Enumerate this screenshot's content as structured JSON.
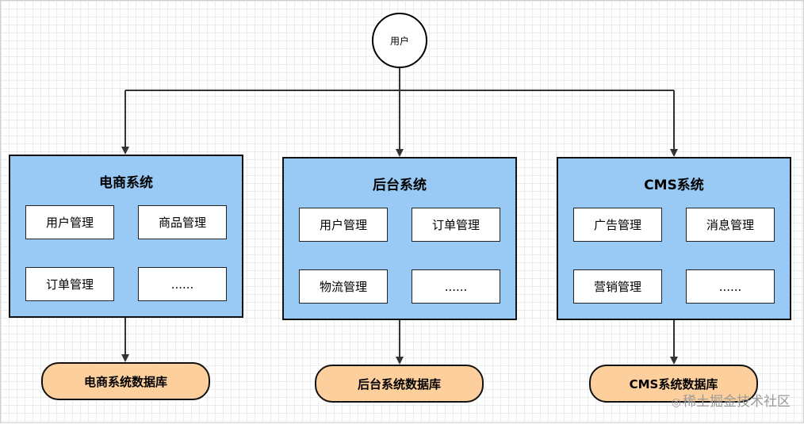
{
  "user": {
    "label": "用户"
  },
  "systems": [
    {
      "title": "电商系统",
      "modules": [
        "用户管理",
        "商品管理",
        "订单管理",
        "......"
      ],
      "database": "电商系统数据库"
    },
    {
      "title": "后台系统",
      "modules": [
        "用户管理",
        "订单管理",
        "物流管理",
        "......"
      ],
      "database": "后台系统数据库"
    },
    {
      "title": "CMS系统",
      "modules": [
        "广告管理",
        "消息管理",
        "营销管理",
        "......"
      ],
      "database": "CMS系统数据库"
    }
  ],
  "watermark": {
    "logo": "◎",
    "text": "稀土掘金技术社区"
  },
  "colors": {
    "system_fill": "#99c9f5",
    "database_fill": "#fdcf9c",
    "line": "#333333",
    "grid": "#ececec"
  }
}
